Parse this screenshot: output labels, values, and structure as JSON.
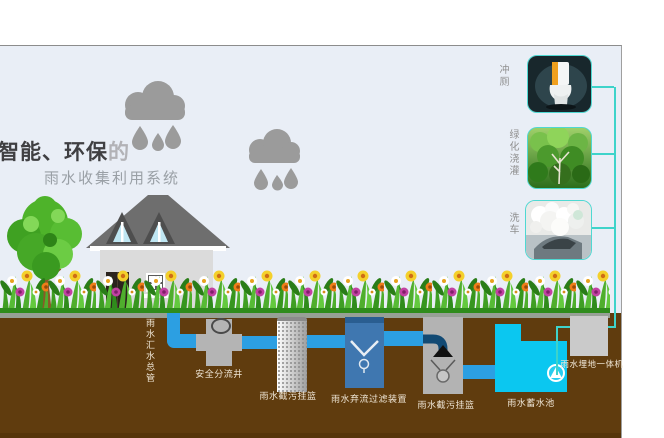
{
  "title": {
    "line1_strong": "智能、环保",
    "line1_light": "的",
    "line2": "雨水收集利用系统"
  },
  "usages": [
    {
      "label": "冲厕"
    },
    {
      "label": "绿化浇灌"
    },
    {
      "label": "洗车"
    }
  ],
  "labels": {
    "main_pipe": "雨水汇水总管",
    "diversion_well": "安全分流井",
    "filter_basket_1": "雨水截污挂篮",
    "discard_filter": "雨水弃流过滤装置",
    "filter_basket_2": "雨水截污挂篮",
    "storage_tank": "雨水蓄水池",
    "integrated_machine": "雨水埋地一体机"
  },
  "colors": {
    "sky": "#e9eef6",
    "ground": "#603c0e",
    "pipe": "#2c9fe2",
    "tankBlue": "#3f77b0",
    "storageCyan": "#0bc7f0",
    "lineCyan": "#3ed3ca",
    "cloud": "#9b9b9b",
    "structGray": "#b4b4b4",
    "labelCream": "#efe6d6",
    "titleDark": "#3f3f42",
    "titleGray": "#9aa0a6"
  }
}
